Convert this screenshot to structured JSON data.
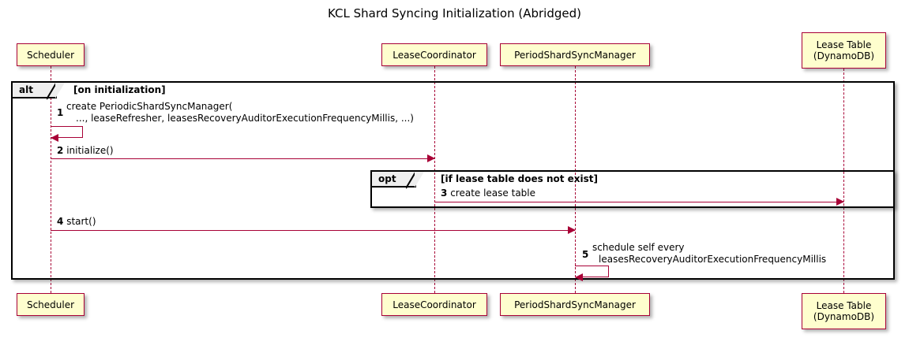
{
  "diagram": {
    "title": "KCL Shard Syncing Initialization (Abridged)",
    "type": "sequence-diagram",
    "colors": {
      "participant_fill": "#FEFECE",
      "participant_border": "#A80036",
      "arrow": "#A80036",
      "fragment_border": "#000000",
      "fragment_tab_fill": "#EEEEEE",
      "background": "#FFFFFF"
    }
  },
  "participants": [
    {
      "id": "scheduler",
      "label": "Scheduler",
      "label_line2": ""
    },
    {
      "id": "lease_coordinator",
      "label": "LeaseCoordinator",
      "label_line2": ""
    },
    {
      "id": "period_shard_sync_manager",
      "label": "PeriodShardSyncManager",
      "label_line2": ""
    },
    {
      "id": "lease_table",
      "label": "Lease Table",
      "label_line2": "(DynamoDB)"
    }
  ],
  "fragments": [
    {
      "id": "alt",
      "operator": "alt",
      "guard": "[on initialization]"
    },
    {
      "id": "opt",
      "operator": "opt",
      "guard": "[if lease table does not exist]"
    }
  ],
  "messages": [
    {
      "num": "1",
      "from": "scheduler",
      "to": "scheduler",
      "self": true,
      "line1": "create PeriodicShardSyncManager(",
      "line2": "..., leaseRefresher, leasesRecoveryAuditorExecutionFrequencyMillis, ...)"
    },
    {
      "num": "2",
      "from": "scheduler",
      "to": "lease_coordinator",
      "self": false,
      "line1": "initialize()",
      "line2": ""
    },
    {
      "num": "3",
      "from": "lease_coordinator",
      "to": "lease_table",
      "self": false,
      "line1": "create lease table",
      "line2": ""
    },
    {
      "num": "4",
      "from": "scheduler",
      "to": "period_shard_sync_manager",
      "self": false,
      "line1": "start()",
      "line2": ""
    },
    {
      "num": "5",
      "from": "period_shard_sync_manager",
      "to": "period_shard_sync_manager",
      "self": true,
      "line1": "schedule self every",
      "line2": "leasesRecoveryAuditorExecutionFrequencyMillis"
    }
  ]
}
